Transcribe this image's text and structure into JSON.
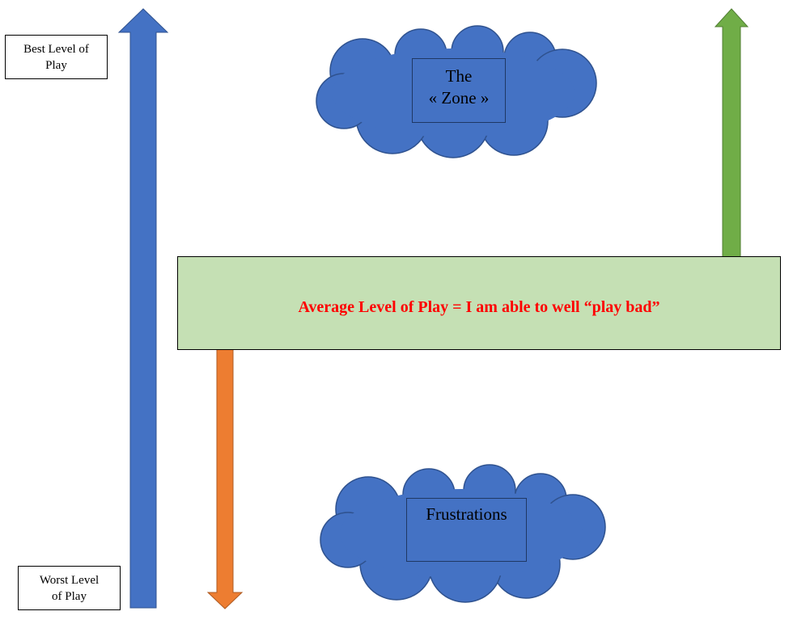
{
  "labels": {
    "best": "Best Level of\nPlay",
    "worst": "Worst Level\nof Play"
  },
  "clouds": {
    "zone": "The\n« Zone »",
    "frustrations": "Frustrations"
  },
  "average_box": {
    "text": "Average Level of Play = I am able to well “play bad”"
  },
  "colors": {
    "blue_arrow": "#4472c4",
    "green_arrow": "#70ad47",
    "orange_arrow": "#ed7d31",
    "cloud_fill": "#4472c4",
    "average_fill": "#c5e0b4",
    "average_text": "#ff0000"
  }
}
